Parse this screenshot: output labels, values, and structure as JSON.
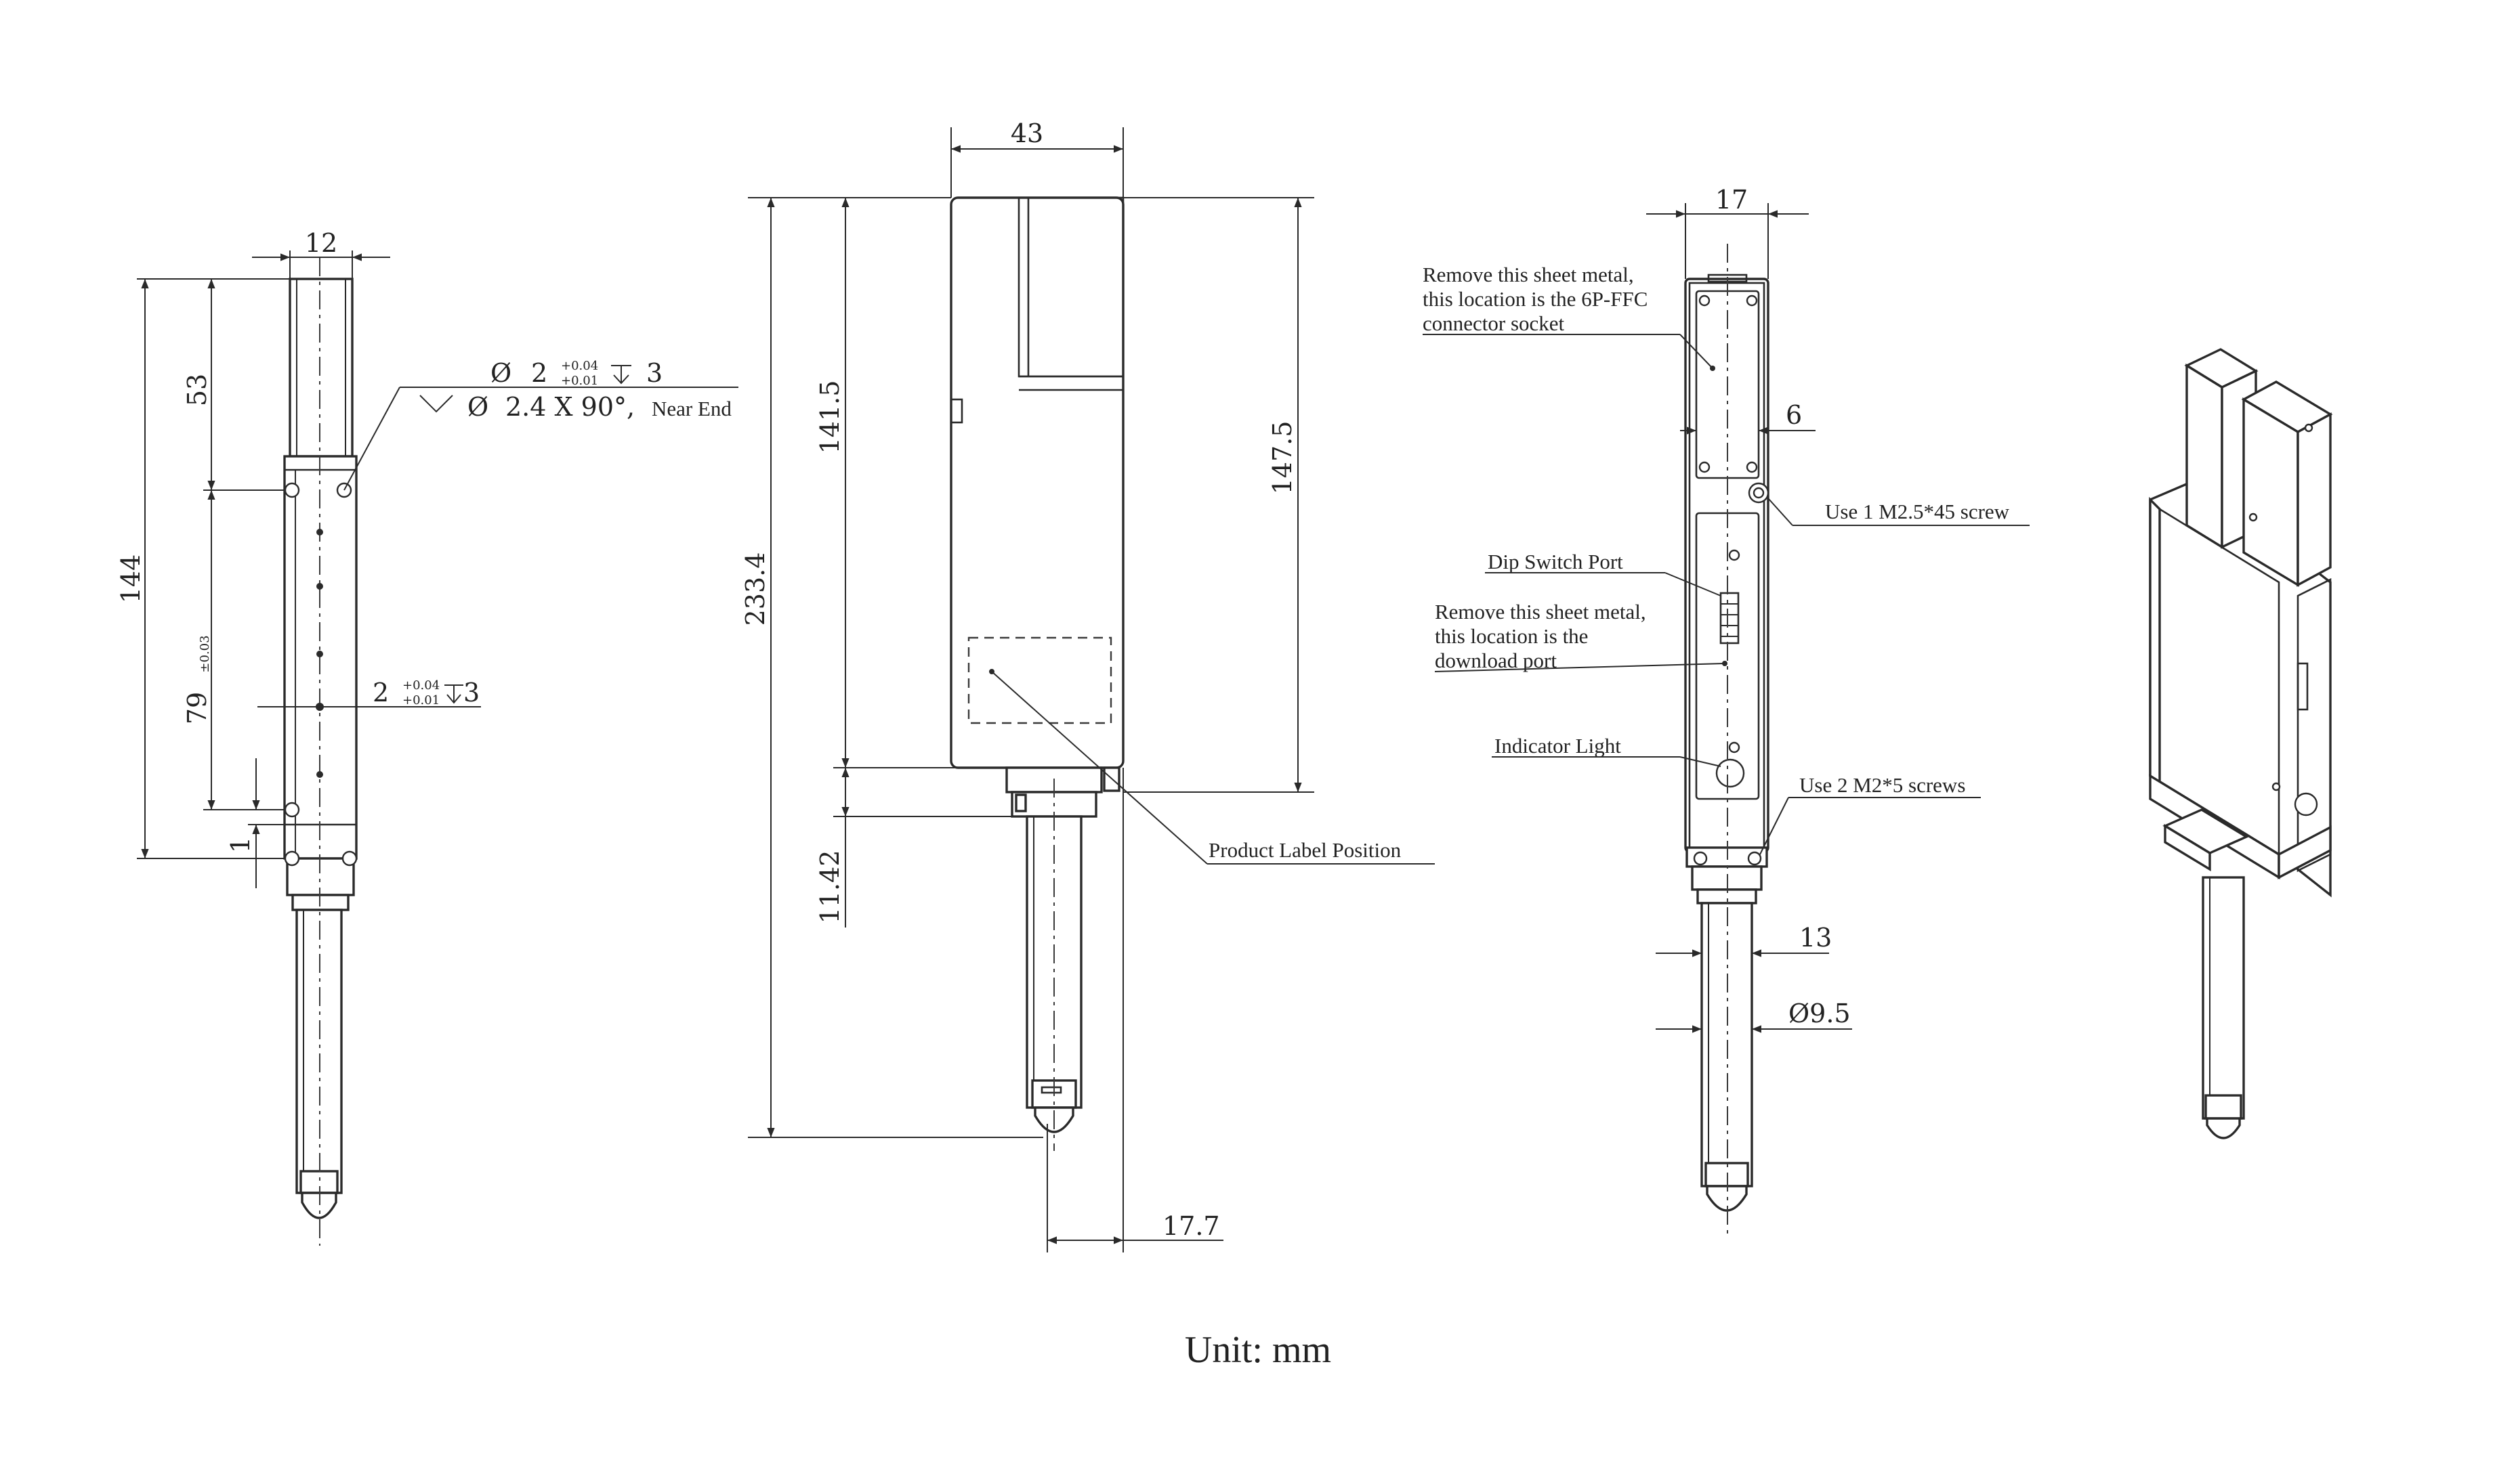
{
  "caption": {
    "unit": "Unit: mm"
  },
  "side_view": {
    "width": "12",
    "height_total": "144",
    "upper_section": "53",
    "hole_pitch": "79",
    "hole_pitch_tol": "±0.03",
    "offset": "1",
    "hole_callout_line1_sym": "Ø",
    "hole_callout_line1": "2",
    "hole_callout_line1_tol_upper": "+0.04",
    "hole_callout_line1_tol_lower": "+0.01",
    "hole_callout_line1_depth": "3",
    "hole_callout_line2_sym": "Ø",
    "hole_callout_line2": "2.4 X 90°,",
    "hole_callout_line2_suffix": "Near End",
    "hole2_dim": "2",
    "hole2_tol_upper": "+0.04",
    "hole2_tol_lower": "+0.01",
    "hole2_depth": "3"
  },
  "front_view": {
    "width": "43",
    "height_total": "233.4",
    "height_upper": "141.5",
    "height_body": "147.5",
    "collar": "11.42",
    "probe_offset": "17.7",
    "label_note": "Product Label Position"
  },
  "back_view": {
    "width": "17",
    "sheet_offset": "6",
    "probe_dim": "13",
    "probe_diameter": "Ø9.5",
    "note_ffc": [
      "Remove this sheet metal,",
      "this location is the 6P-FFC",
      "connector socket"
    ],
    "note_screw_top": "Use 1 M2.5*45 screw",
    "note_dip": "Dip Switch Port",
    "note_download": [
      "Remove this sheet metal,",
      "this location is the",
      "download port"
    ],
    "note_light": "Indicator Light",
    "note_screws_bottom": "Use 2 M2*5 screws"
  }
}
